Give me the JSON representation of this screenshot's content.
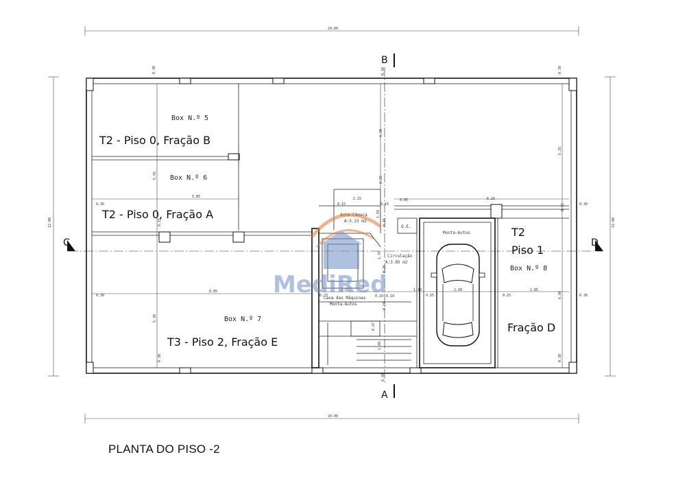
{
  "title": "PLANTA DO PISO -2",
  "watermark": "MediRed",
  "watermark_color": "#6f8fc4",
  "watermark_accent": "#e07a3c",
  "sections": {
    "top": "B",
    "bottom": "A",
    "left": "C",
    "right": "D"
  },
  "overall_dims": {
    "top": "20.00",
    "bottom": "20.00",
    "left": "12.00",
    "right": "12.00"
  },
  "boxes": {
    "box5": "Box N.º 5",
    "box6": "Box N.º 6",
    "box7": "Box N.º 7",
    "box8": "Box N.º 8"
  },
  "fractions": {
    "b": "T2 - Piso 0, Fração B",
    "a": "T2 - Piso 0, Fração A",
    "e": "T3 - Piso 2, Fração E",
    "d_line1": "T2",
    "d_line2": "Piso 1",
    "d": "Fração D"
  },
  "rooms": {
    "ante_camara": "Ante-Câmara",
    "ante_camara_area": "A:3.23 m2",
    "circulacao": "Circulação",
    "circulacao_area": "A:3.85 m2",
    "casa_maquinas_1": "Casa das Máquinas",
    "casa_maquinas_2": "Monta-Autos",
    "monta_autos": "Monta-Autos",
    "qe": "Q.E."
  },
  "dims": {
    "d030a": "0.30",
    "d030b": "0.30",
    "d030c": "0.30",
    "d030d": "0.30",
    "d030e": "0.30",
    "d030f": "0.30",
    "d030g": "0.30",
    "d030h": "0.30",
    "d585": "5.85",
    "d595": "5.95",
    "d530": "5.30",
    "d885": "8.85",
    "d430": "4.30",
    "d215": "2.15",
    "d015a": "0.15",
    "d015b": "0.15",
    "d015c": "0.15",
    "d085": "0.85",
    "d625": "6.25",
    "d525": "5.25",
    "d015d": "0.15",
    "d150": "1.50",
    "d025a": "0.25",
    "d025b": "0.25",
    "d025c": "0.25",
    "d175": "1.75",
    "d255": "2.55",
    "d010a": "0.10",
    "d010b": "0.10",
    "d140": "1.40",
    "d290": "2.90",
    "d285": "2.85",
    "d600": "6.00",
    "d023": "0.23",
    "d047": "0.47",
    "d140b": "1.40"
  }
}
